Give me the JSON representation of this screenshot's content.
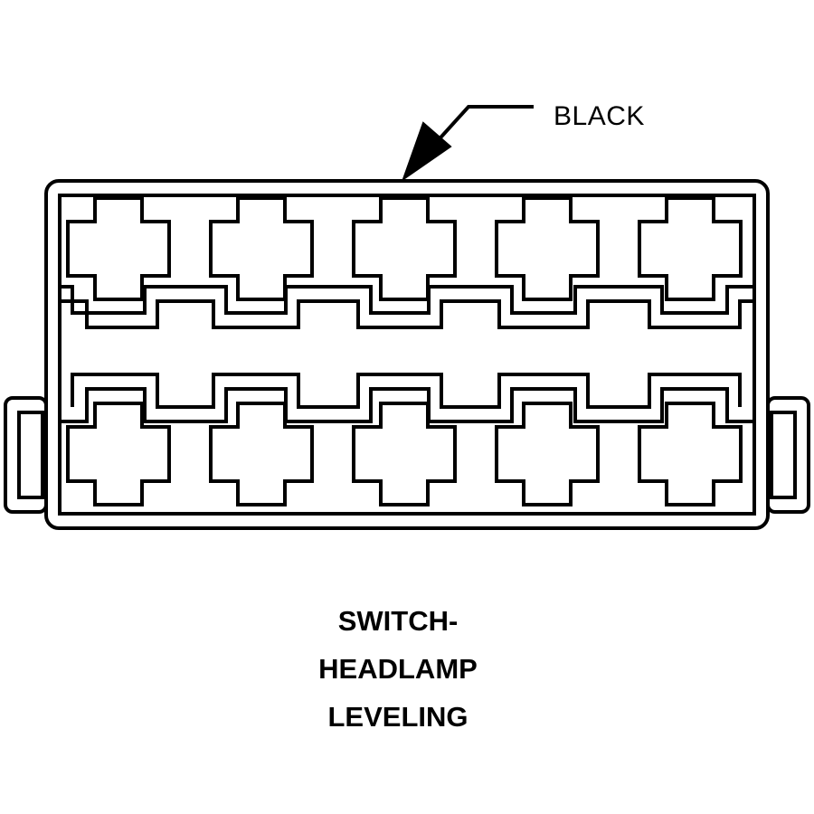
{
  "callout": {
    "label": "BLACK"
  },
  "caption": {
    "lines": [
      "SWITCH-",
      "HEADLAMP",
      "LEVELING"
    ]
  },
  "connector": {
    "rows": 2,
    "cavities_per_row": 5
  },
  "colors": {
    "stroke": "#000000",
    "background": "#ffffff"
  }
}
